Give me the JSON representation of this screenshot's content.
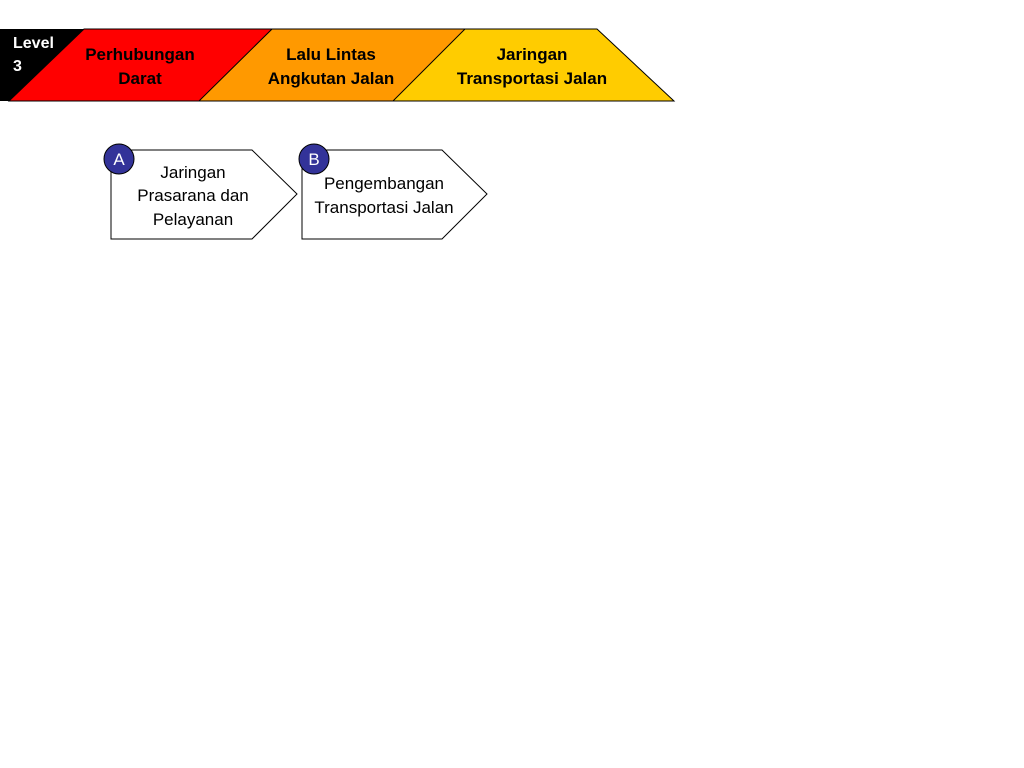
{
  "level": {
    "line1": "Level",
    "line2": "3"
  },
  "breadcrumb": [
    {
      "line1": "Perhubungan",
      "line2": "Darat",
      "color": "#ff0000"
    },
    {
      "line1": "Lalu Lintas",
      "line2": "Angkutan Jalan",
      "color": "#ff9900"
    },
    {
      "line1": "Jaringan",
      "line2": "Transportasi Jalan",
      "color": "#ffcc00"
    }
  ],
  "steps": [
    {
      "badge": "A",
      "lines": [
        "Jaringan",
        "Prasarana dan",
        "Pelayanan"
      ]
    },
    {
      "badge": "B",
      "lines": [
        "Pengembangan",
        "Transportasi Jalan"
      ]
    }
  ],
  "colors": {
    "level_bg": "#000000",
    "badge_fill": "#333399",
    "outline": "#000000",
    "step_fill": "#ffffff"
  }
}
